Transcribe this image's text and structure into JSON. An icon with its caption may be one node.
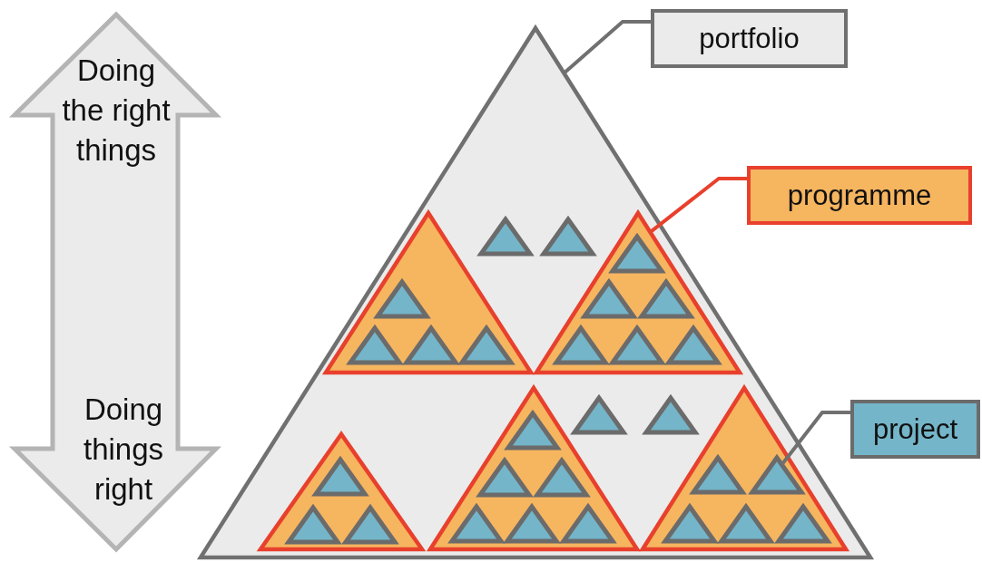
{
  "diagram": {
    "nodes": [
      {
        "text": [
          "Doing the right things",
          "Doing things right"
        ]
      },
      {
        "text": [
          "portfolio"
        ]
      },
      {
        "text": [],
        "shape": "triangle"
      },
      {
        "text": [],
        "shape": "triangle",
        "in": 2
      },
      {
        "text": [],
        "shape": "triangle",
        "in": 2
      },
      {
        "text": [],
        "shape": "triangle",
        "in": 2
      },
      {
        "text": [],
        "shape": "triangle",
        "in": 5
      },
      {
        "text": [],
        "shape": "triangle",
        "in": 5
      },
      {
        "text": [],
        "shape": "triangle",
        "in": 5
      },
      {
        "text": [],
        "shape": "triangle",
        "in": 5
      },
      {
        "text": [],
        "shape": "triangle",
        "in": 2
      },
      {
        "text": [],
        "shape": "triangle",
        "in": 10
      },
      {
        "text": [],
        "shape": "triangle",
        "in": 10
      },
      {
        "text": [],
        "shape": "triangle",
        "in": 10
      },
      {
        "text": [],
        "shape": "triangle",
        "in": 10
      },
      {
        "text": [],
        "shape": "triangle",
        "in": 10
      },
      {
        "text": [],
        "shape": "triangle",
        "in": 10
      },
      {
        "text": [
          "programme"
        ]
      },
      {
        "text": [],
        "shape": "triangle",
        "in": 2
      },
      {
        "text": [],
        "shape": "triangle",
        "in": 2
      },
      {
        "text": [],
        "shape": "triangle",
        "in": 2
      },
      {
        "text": [],
        "shape": "triangle",
        "in": 20
      },
      {
        "text": [],
        "shape": "triangle",
        "in": 20
      },
      {
        "text": [],
        "shape": "triangle",
        "in": 20
      },
      {
        "text": [],
        "shape": "triangle",
        "in": 2
      },
      {
        "text": [],
        "shape": "triangle",
        "in": 24
      },
      {
        "text": [],
        "shape": "triangle",
        "in": 24
      },
      {
        "text": [],
        "shape": "triangle",
        "in": 24
      },
      {
        "text": [],
        "shape": "triangle",
        "in": 24
      },
      {
        "text": [],
        "shape": "triangle",
        "in": 24
      },
      {
        "text": [],
        "shape": "triangle",
        "in": 24
      },
      {
        "text": [],
        "shape": "triangle",
        "in": 2
      },
      {
        "text": [],
        "shape": "triangle",
        "in": 31
      },
      {
        "text": [],
        "shape": "triangle",
        "in": 31
      },
      {
        "text": [],
        "shape": "triangle",
        "in": 31
      },
      {
        "text": [],
        "shape": "triangle",
        "in": 31
      },
      {
        "text": [],
        "shape": "triangle",
        "in": 31
      },
      {
        "text": [
          "project"
        ]
      }
    ],
    "edges": [
      {
        "from": 1,
        "to": 2,
        "arrow": "none"
      },
      {
        "from": 17,
        "to": 10,
        "arrow": "none",
        "color": "#e8402d"
      },
      {
        "from": 37,
        "to": 33,
        "arrow": "none"
      }
    ]
  }
}
